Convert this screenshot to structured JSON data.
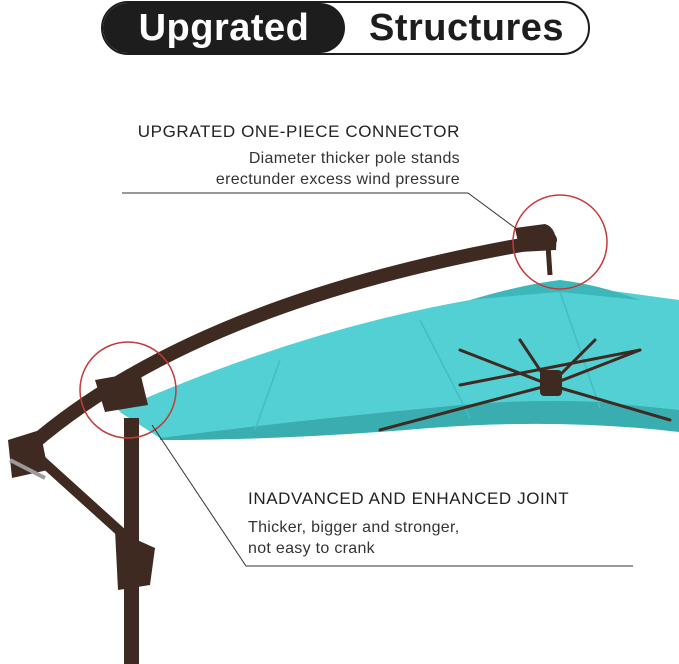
{
  "header": {
    "title_left": "Upgrated",
    "title_right": "Structures"
  },
  "callouts": [
    {
      "title": "UPGRATED ONE-PIECE CONNECTOR",
      "lines": [
        "Diameter thicker pole stands",
        "erectunder excess wind pressure"
      ]
    },
    {
      "title": "INADVANCED AND ENHANCED JOINT",
      "lines": [
        "Thicker, bigger and stronger,",
        "not easy to crank"
      ]
    }
  ],
  "colors": {
    "canopy": "#4fcdd0",
    "canopy_dark": "#3cb8bb",
    "frame": "#3f2a22",
    "highlight_circle": "#c43a3a",
    "text": "#222222"
  }
}
